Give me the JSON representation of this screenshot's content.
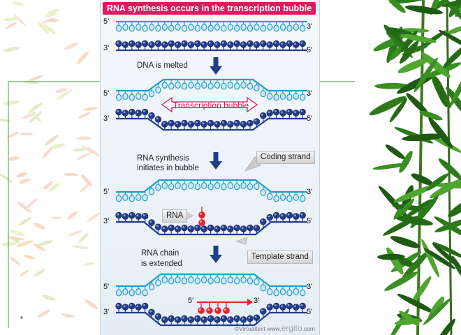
{
  "title": "RNA synthesis occurs in the transcription bubble",
  "labels": {
    "five_prime": "5'",
    "three_prime": "3'"
  },
  "steps": {
    "melted": "DNA is melted",
    "initiates_line1": "RNA synthesis",
    "initiates_line2": "initiates in bubble",
    "extended_line1": "RNA chain",
    "extended_line2": "is extended"
  },
  "callouts": {
    "bubble": "Transcription bubble",
    "coding": "Coding strand",
    "rna": "RNA",
    "template": "Template strand"
  },
  "credit": {
    "prefix": "©Virtualtext www.",
    "brand": "ergito",
    "suffix": ".com"
  },
  "slide_number": "*",
  "colors": {
    "title_bg": "#e0185c",
    "coding_strand": "#1f9fcc",
    "template_strand": "#233c8c",
    "rna": "#e8202a",
    "arrow": "#1d3f8a",
    "slide_line": "#3f9b3f"
  }
}
